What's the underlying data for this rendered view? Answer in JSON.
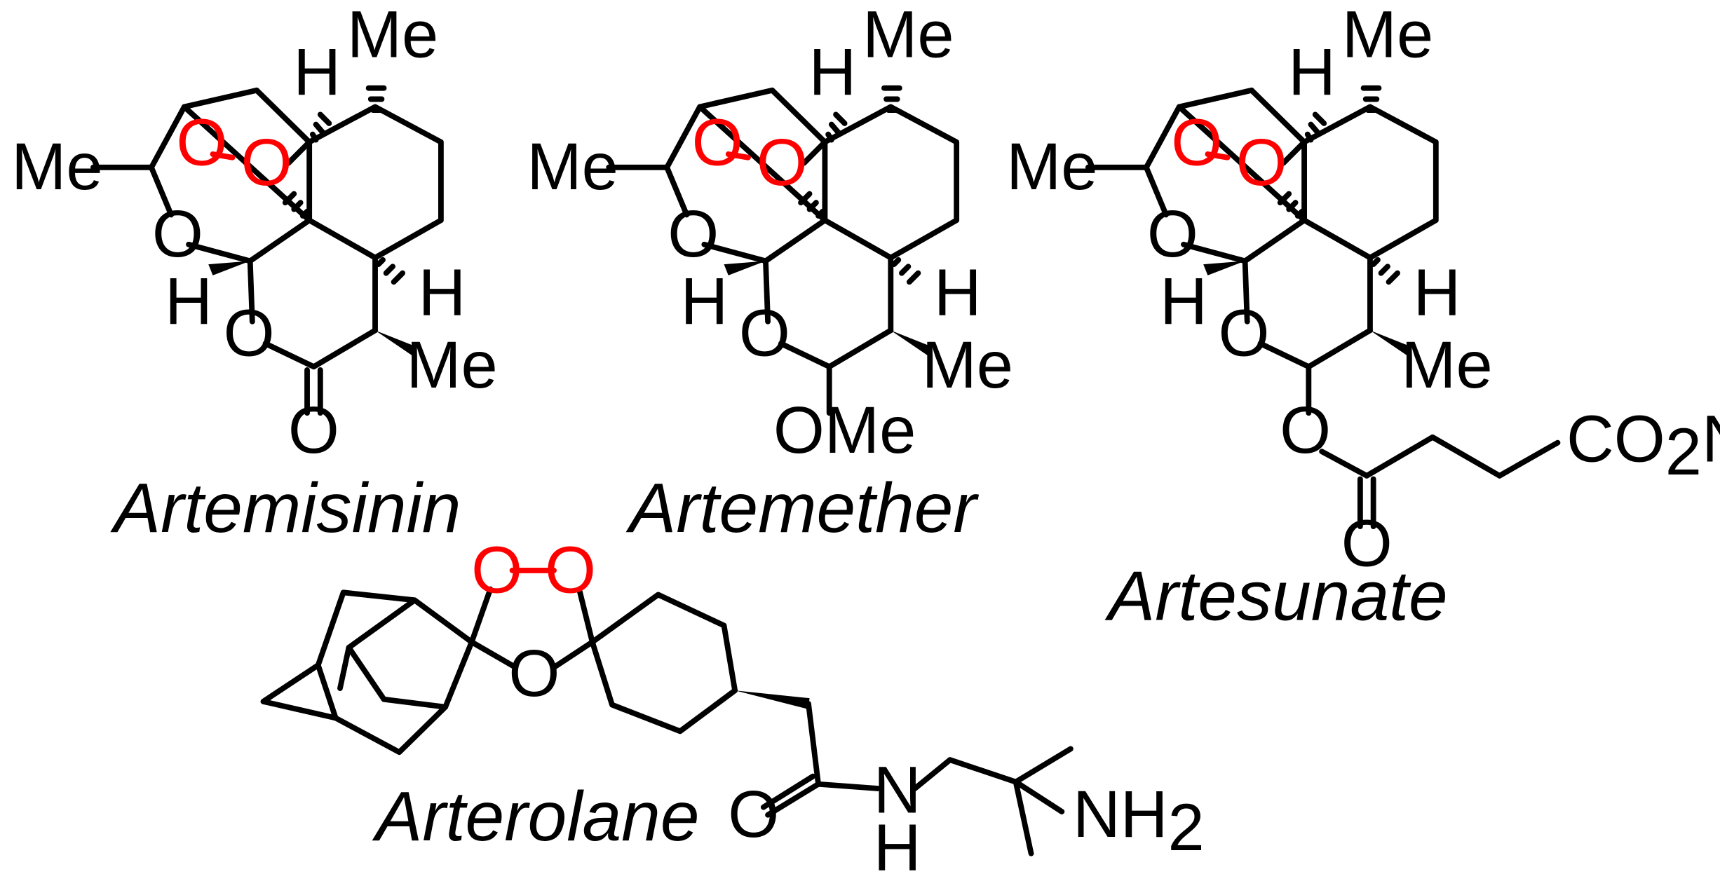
{
  "molecules": [
    {
      "caption": "Artemisinin",
      "labels": {
        "me_top": "Me",
        "h_top": "H",
        "me_left": "Me",
        "o_peroxide_1": "O",
        "o_peroxide_2": "O",
        "o_ring": "O",
        "h_left": "H",
        "h_right": "H",
        "o_lactone": "O",
        "o_carbonyl": "O",
        "me_bottom": "Me"
      }
    },
    {
      "caption": "Artemether",
      "labels": {
        "me_top": "Me",
        "h_top": "H",
        "me_left": "Me",
        "o_peroxide_1": "O",
        "o_peroxide_2": "O",
        "o_ring": "O",
        "h_left": "H",
        "h_right": "H",
        "o_acetal": "O",
        "ome": "OMe",
        "me_bottom": "Me"
      }
    },
    {
      "caption": "Artesunate",
      "labels": {
        "me_top": "Me",
        "h_top": "H",
        "me_left": "Me",
        "o_peroxide_1": "O",
        "o_peroxide_2": "O",
        "o_ring": "O",
        "h_left": "H",
        "h_right": "H",
        "o_acetal": "O",
        "o_ester": "O",
        "me_bottom": "Me",
        "o_carbonyl": "O",
        "co2na_a": "CO",
        "co2na_sub": "2",
        "co2na_b": "Na"
      }
    },
    {
      "caption": "Arterolane",
      "labels": {
        "o_peroxide_1": "O",
        "o_peroxide_2": "O",
        "o_ring": "O",
        "o_amide": "O",
        "n_amide": "N",
        "h_amide": "H",
        "nh2_a": "NH",
        "nh2_sub": "2"
      }
    }
  ],
  "colors": {
    "bond": "#000000",
    "peroxide": "#ff0000",
    "background": "#ffffff"
  }
}
